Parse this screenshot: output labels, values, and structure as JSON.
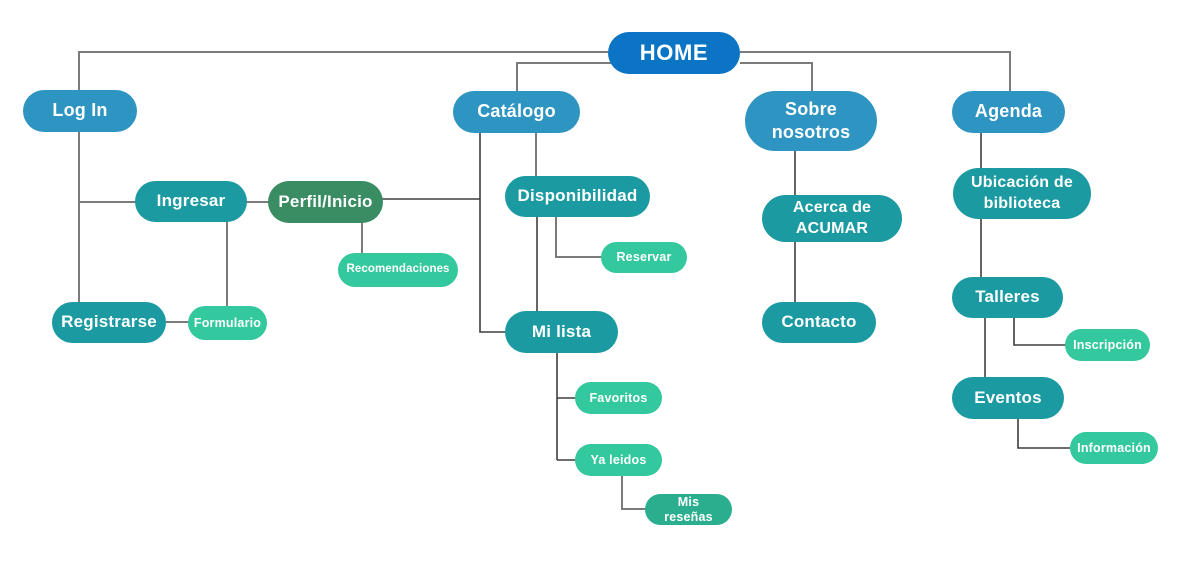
{
  "diagram": {
    "type": "sitemap-flowchart",
    "nodes": {
      "home": {
        "label": "HOME",
        "level": "root",
        "color": "#0C74C4"
      },
      "log_in": {
        "label": "Log In",
        "level": "1",
        "color": "#2E95C3"
      },
      "catalogo": {
        "label": "Catálogo",
        "level": "1",
        "color": "#2E95C3"
      },
      "sobre_nosotros": {
        "label": "Sobre nosotros",
        "level": "1",
        "color": "#2E95C3"
      },
      "agenda": {
        "label": "Agenda",
        "level": "1",
        "color": "#2E95C3"
      },
      "ingresar": {
        "label": "Ingresar",
        "level": "2",
        "color": "#1B9AA2"
      },
      "perfil_inicio": {
        "label": "Perfil/Inicio",
        "level": "2",
        "color": "#3A8C63"
      },
      "recomendaciones": {
        "label": "Recomendaciones",
        "level": "3",
        "color": "#33C89D"
      },
      "registrarse": {
        "label": "Registrarse",
        "level": "2",
        "color": "#1B9AA2"
      },
      "formulario": {
        "label": "Formulario",
        "level": "3",
        "color": "#33C89D"
      },
      "disponibilidad": {
        "label": "Disponibilidad",
        "level": "2",
        "color": "#1B9AA2"
      },
      "reservar": {
        "label": "Reservar",
        "level": "3",
        "color": "#33C89D"
      },
      "mi_lista": {
        "label": "Mi lista",
        "level": "2",
        "color": "#1B9AA2"
      },
      "favoritos": {
        "label": "Favoritos",
        "level": "3",
        "color": "#33C89D"
      },
      "ya_leidos": {
        "label": "Ya leidos",
        "level": "3",
        "color": "#33C89D"
      },
      "mis_resenas": {
        "label": "Mis reseñas",
        "level": "4",
        "color": "#2BAE8E"
      },
      "acerca_de_acumar": {
        "label": "Acerca de ACUMAR",
        "level": "2",
        "color": "#1B9AA2"
      },
      "contacto": {
        "label": "Contacto",
        "level": "2",
        "color": "#1B9AA2"
      },
      "ubicacion_biblioteca": {
        "label": "Ubicación de biblioteca",
        "level": "2",
        "color": "#1B9AA2"
      },
      "talleres": {
        "label": "Talleres",
        "level": "2",
        "color": "#1B9AA2"
      },
      "inscripcion": {
        "label": "Inscripción",
        "level": "3",
        "color": "#33C89D"
      },
      "eventos": {
        "label": "Eventos",
        "level": "2",
        "color": "#1B9AA2"
      },
      "informacion": {
        "label": "Información",
        "level": "3",
        "color": "#33C89D"
      }
    },
    "edges": [
      {
        "from": "home",
        "to": "log_in"
      },
      {
        "from": "home",
        "to": "catalogo"
      },
      {
        "from": "home",
        "to": "sobre_nosotros"
      },
      {
        "from": "home",
        "to": "agenda"
      },
      {
        "from": "log_in",
        "to": "ingresar"
      },
      {
        "from": "log_in",
        "to": "registrarse"
      },
      {
        "from": "ingresar",
        "to": "perfil_inicio"
      },
      {
        "from": "ingresar",
        "to": "formulario"
      },
      {
        "from": "registrarse",
        "to": "formulario"
      },
      {
        "from": "perfil_inicio",
        "to": "recomendaciones"
      },
      {
        "from": "perfil_inicio",
        "to": "catalogo"
      },
      {
        "from": "catalogo",
        "to": "disponibilidad"
      },
      {
        "from": "catalogo",
        "to": "mi_lista"
      },
      {
        "from": "disponibilidad",
        "to": "reservar"
      },
      {
        "from": "disponibilidad",
        "to": "mi_lista"
      },
      {
        "from": "mi_lista",
        "to": "favoritos"
      },
      {
        "from": "mi_lista",
        "to": "ya_leidos"
      },
      {
        "from": "ya_leidos",
        "to": "mis_resenas"
      },
      {
        "from": "sobre_nosotros",
        "to": "acerca_de_acumar"
      },
      {
        "from": "acerca_de_acumar",
        "to": "contacto"
      },
      {
        "from": "agenda",
        "to": "ubicacion_biblioteca"
      },
      {
        "from": "ubicacion_biblioteca",
        "to": "talleres"
      },
      {
        "from": "talleres",
        "to": "inscripcion"
      },
      {
        "from": "talleres",
        "to": "eventos"
      },
      {
        "from": "eventos",
        "to": "informacion"
      }
    ],
    "line_colors": {
      "gray": "#7B7B7B",
      "dark": "#3E3E3E"
    }
  }
}
